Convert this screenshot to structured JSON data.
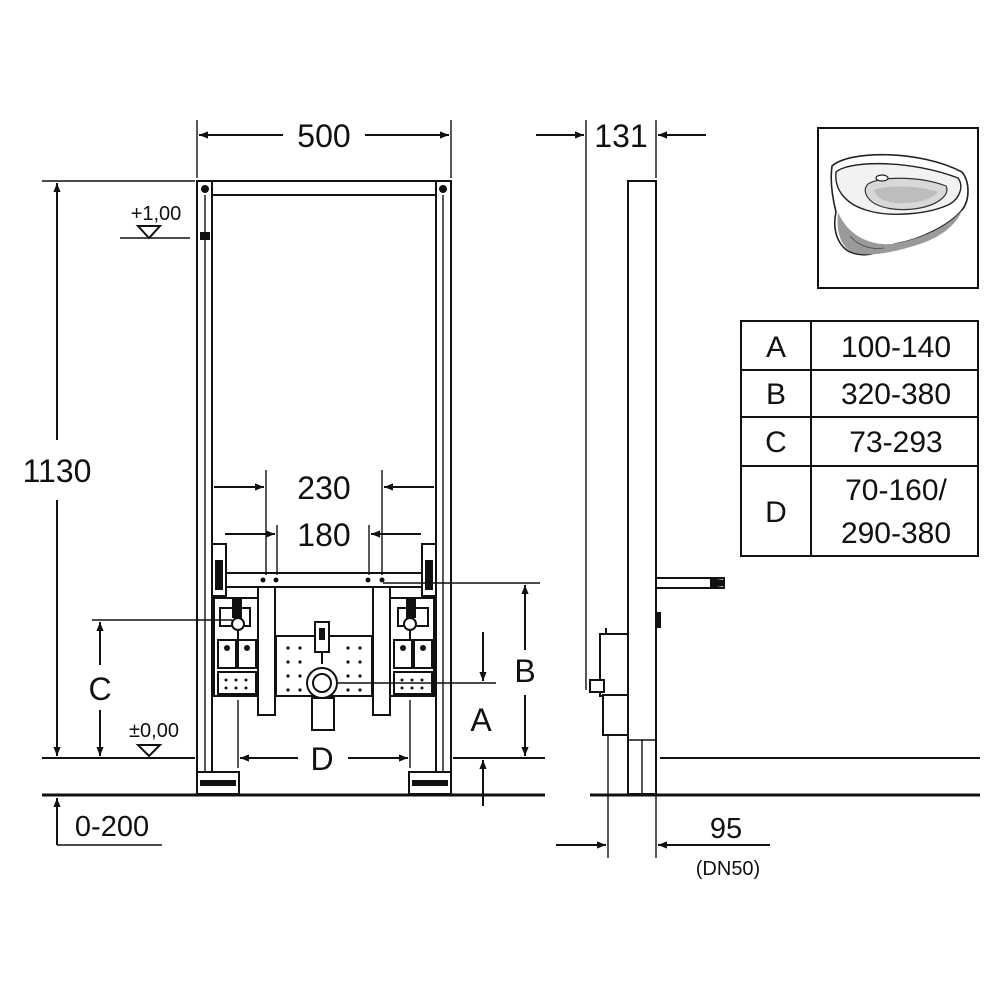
{
  "dimensions": {
    "frame_width": "500",
    "depth_top": "131",
    "height": "1130",
    "spacing_outer": "230",
    "spacing_inner": "180",
    "level_top": "+1,00",
    "level_floor": "±0,00",
    "floor_range": "0-200",
    "depth_bottom": "95",
    "pipe": "(DN50)",
    "label_A": "A",
    "label_B": "B",
    "label_C": "C",
    "label_D": "D"
  },
  "table": {
    "rows": [
      {
        "key": "A",
        "value": "100-140"
      },
      {
        "key": "B",
        "value": "320-380"
      },
      {
        "key": "C",
        "value": "73-293"
      },
      {
        "key": "D",
        "value": "70-160/",
        "value2": "290-380"
      }
    ]
  },
  "image": {
    "icon": "bidet-icon"
  }
}
